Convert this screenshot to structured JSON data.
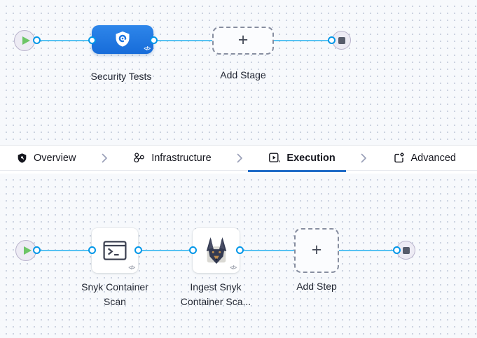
{
  "colors": {
    "accent_blue": "#1f6bc7",
    "stage_node_gradient_top": "#2e86ea",
    "stage_node_gradient_bottom": "#176cd9",
    "connector_line": "#57c2f2",
    "connector_ring": "#0096e8",
    "play_green": "#6dc566",
    "canvas_bg": "#f7f9fc"
  },
  "icons": {
    "start": "play-icon",
    "end": "stop-icon",
    "stage": "security-shield-icon",
    "overview": "shield-icon",
    "infrastructure": "infrastructure-nodes-icon",
    "execution": "play-square-icon",
    "advanced": "document-gear-icon",
    "separator": "chevron-right-icon",
    "step1": "terminal-icon",
    "step2": "snyk-doberman-icon"
  },
  "stage_pipeline": {
    "stage_label": "Security Tests",
    "stage_code_glyph": "</>",
    "add_stage_label": "Add Stage",
    "plus_glyph": "+"
  },
  "tabs": {
    "items": [
      {
        "label": "Overview",
        "active": false
      },
      {
        "label": "Infrastructure",
        "active": false
      },
      {
        "label": "Execution",
        "active": true
      },
      {
        "label": "Advanced",
        "active": false
      }
    ]
  },
  "execution_graph": {
    "steps": [
      {
        "label": "Snyk Container Scan",
        "code_glyph": "</>"
      },
      {
        "label": "Ingest Snyk Container Sca...",
        "code_glyph": "</>"
      }
    ],
    "add_step_label": "Add Step",
    "plus_glyph": "+"
  }
}
